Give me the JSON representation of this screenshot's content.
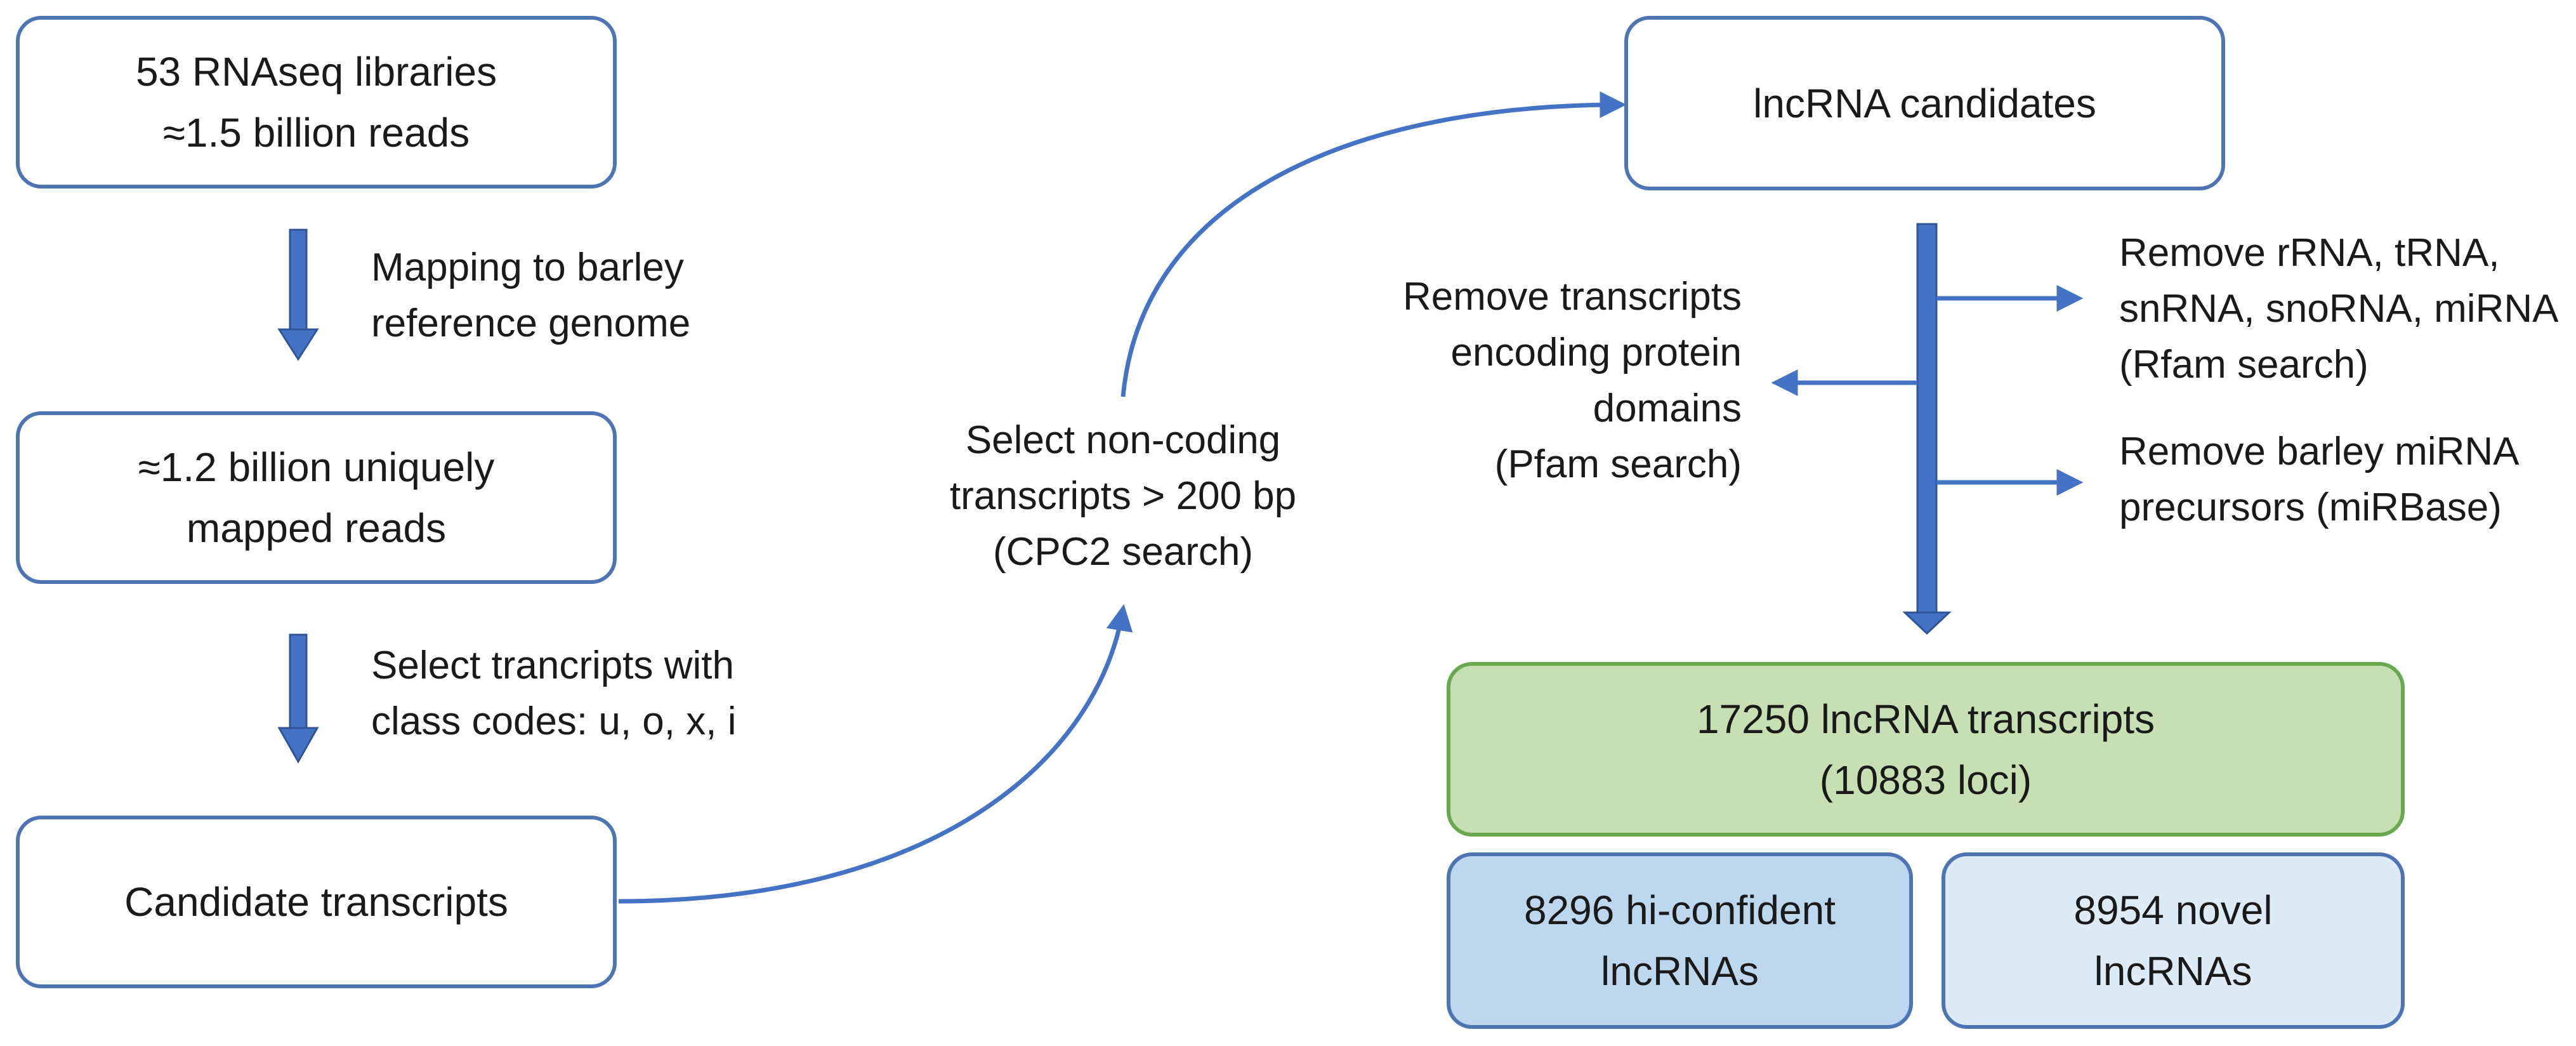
{
  "boxes": {
    "libraries": {
      "line1": "53 RNAseq libraries",
      "line2": "≈1.5 billion reads"
    },
    "mapped": {
      "line1": "≈1.2 billion uniquely",
      "line2": "mapped reads"
    },
    "candidate_transcripts": {
      "line1": "Candidate transcripts"
    },
    "lncrna_candidates": {
      "line1": "lncRNA candidates"
    },
    "lncrna_transcripts": {
      "line1": "17250 lncRNA transcripts",
      "line2": "(10883 loci)"
    },
    "hi_confident": {
      "line1": "8296 hi-confident",
      "line2": "lncRNAs"
    },
    "novel": {
      "line1": "8954 novel",
      "line2": "lncRNAs"
    }
  },
  "labels": {
    "mapping": {
      "line1": "Mapping to barley",
      "line2": "reference genome"
    },
    "select_class": {
      "line1": "Select trancripts with",
      "line2": "class codes: u, o, x, i"
    },
    "select_noncoding": {
      "line1": "Select non-coding",
      "line2": "transcripts > 200 bp",
      "line3": "(CPC2 search)"
    },
    "remove_protein": {
      "line1": "Remove transcripts",
      "line2": "encoding protein",
      "line3": "domains",
      "line4": "(Pfam search)"
    },
    "remove_rrna": {
      "line1": "Remove rRNA, tRNA,",
      "line2": "snRNA, snoRNA, miRNA",
      "line3": "(Rfam search)"
    },
    "remove_mirna": {
      "line1": "Remove barley miRNA",
      "line2": "precursors (miRBase)"
    }
  },
  "colors": {
    "arrow": "#4472c4",
    "box_border": "#4f74b4",
    "green_fill": "#c6e0b4",
    "blue_fill": "#bdd7ee",
    "light_blue_fill": "#ddebf7"
  }
}
